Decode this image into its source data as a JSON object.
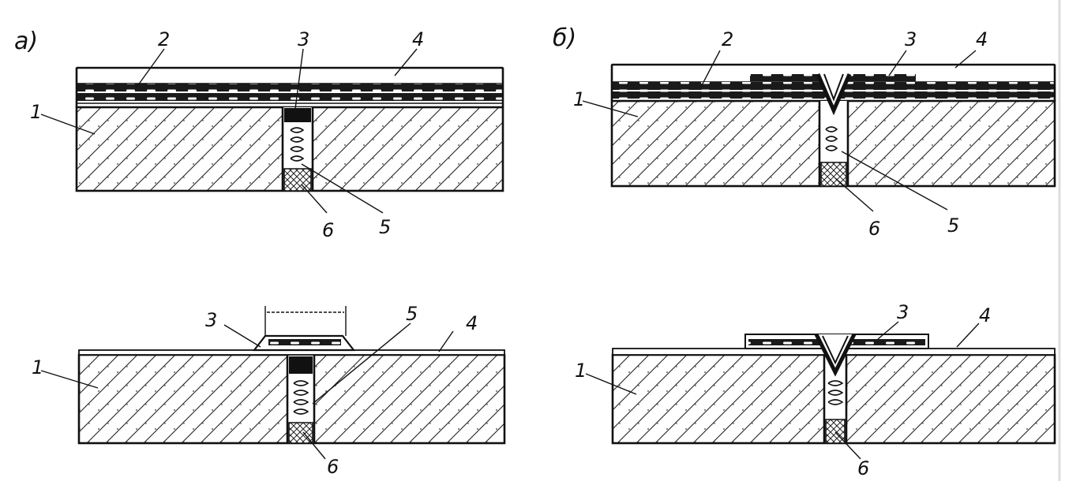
{
  "panels": [
    {
      "id": "a",
      "letter": "а)"
    },
    {
      "id": "b",
      "letter": "б)"
    }
  ],
  "labels": {
    "a_top": {
      "n1": "1",
      "n2": "2",
      "n3": "3",
      "n4": "4",
      "n5": "5",
      "n6": "6"
    },
    "b_top": {
      "n1": "1",
      "n2": "2",
      "n3": "3",
      "n4": "4",
      "n5": "5",
      "n6": "6"
    },
    "a_bottom": {
      "n1": "1",
      "n3": "3",
      "n4": "4",
      "n5": "5",
      "n6": "6"
    },
    "b_bottom": {
      "n1": "1",
      "n3": "3",
      "n4": "4",
      "n6": "6"
    }
  },
  "legend_meaning_note": "",
  "colors": {
    "ink": "#111111",
    "paper": "#ffffff",
    "bitumen": "#1a1a1a"
  }
}
